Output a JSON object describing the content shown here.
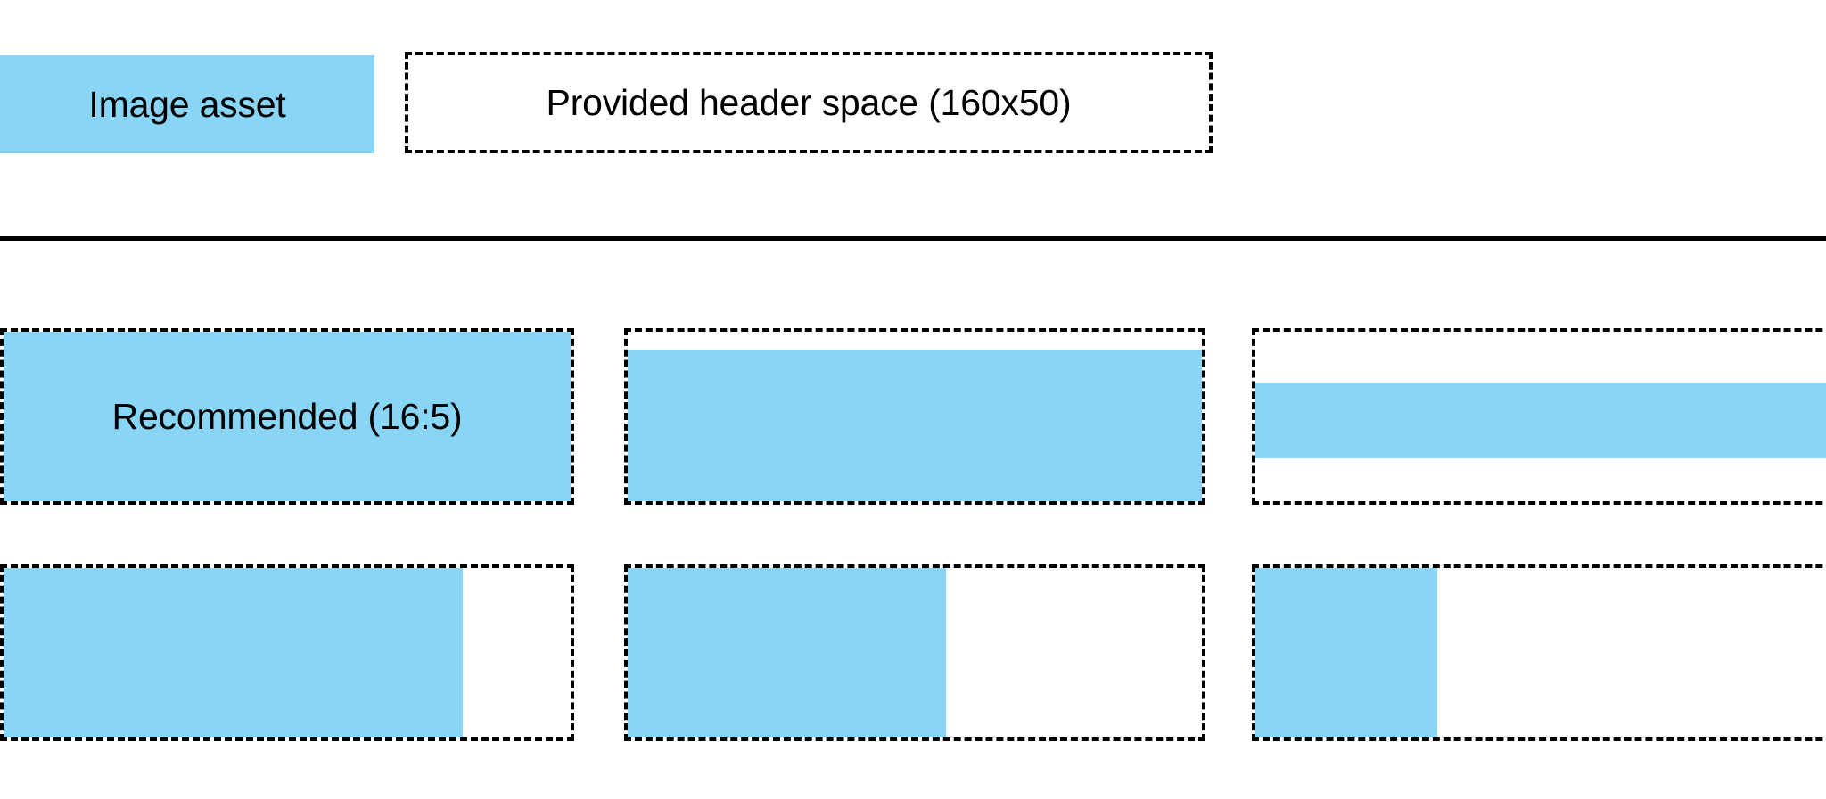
{
  "page": {
    "background_color": "#FFFFFF",
    "accent_color": "#88D5F5",
    "outline_color": "#000000"
  },
  "header": {
    "asset_swatch": {
      "label": "Image asset",
      "fill_color": "#88D5F5"
    },
    "provided_space": {
      "label": "Provided header space (160x50)",
      "border_style": "dashed"
    }
  },
  "divider": {
    "style": "solid",
    "color": "#000000"
  },
  "examples": {
    "rows": [
      {
        "name": "row-1",
        "cells": [
          {
            "caption": "Recommended (16:5)",
            "fill_mode": "full"
          },
          {
            "caption": "",
            "fill_mode": "shorter-height"
          },
          {
            "caption": "",
            "fill_mode": "centered-band"
          }
        ]
      },
      {
        "name": "row-2",
        "cells": [
          {
            "caption": "",
            "fill_mode": "partial-width-81"
          },
          {
            "caption": "",
            "fill_mode": "partial-width-55"
          },
          {
            "caption": "",
            "fill_mode": "partial-width-30"
          }
        ]
      }
    ]
  }
}
